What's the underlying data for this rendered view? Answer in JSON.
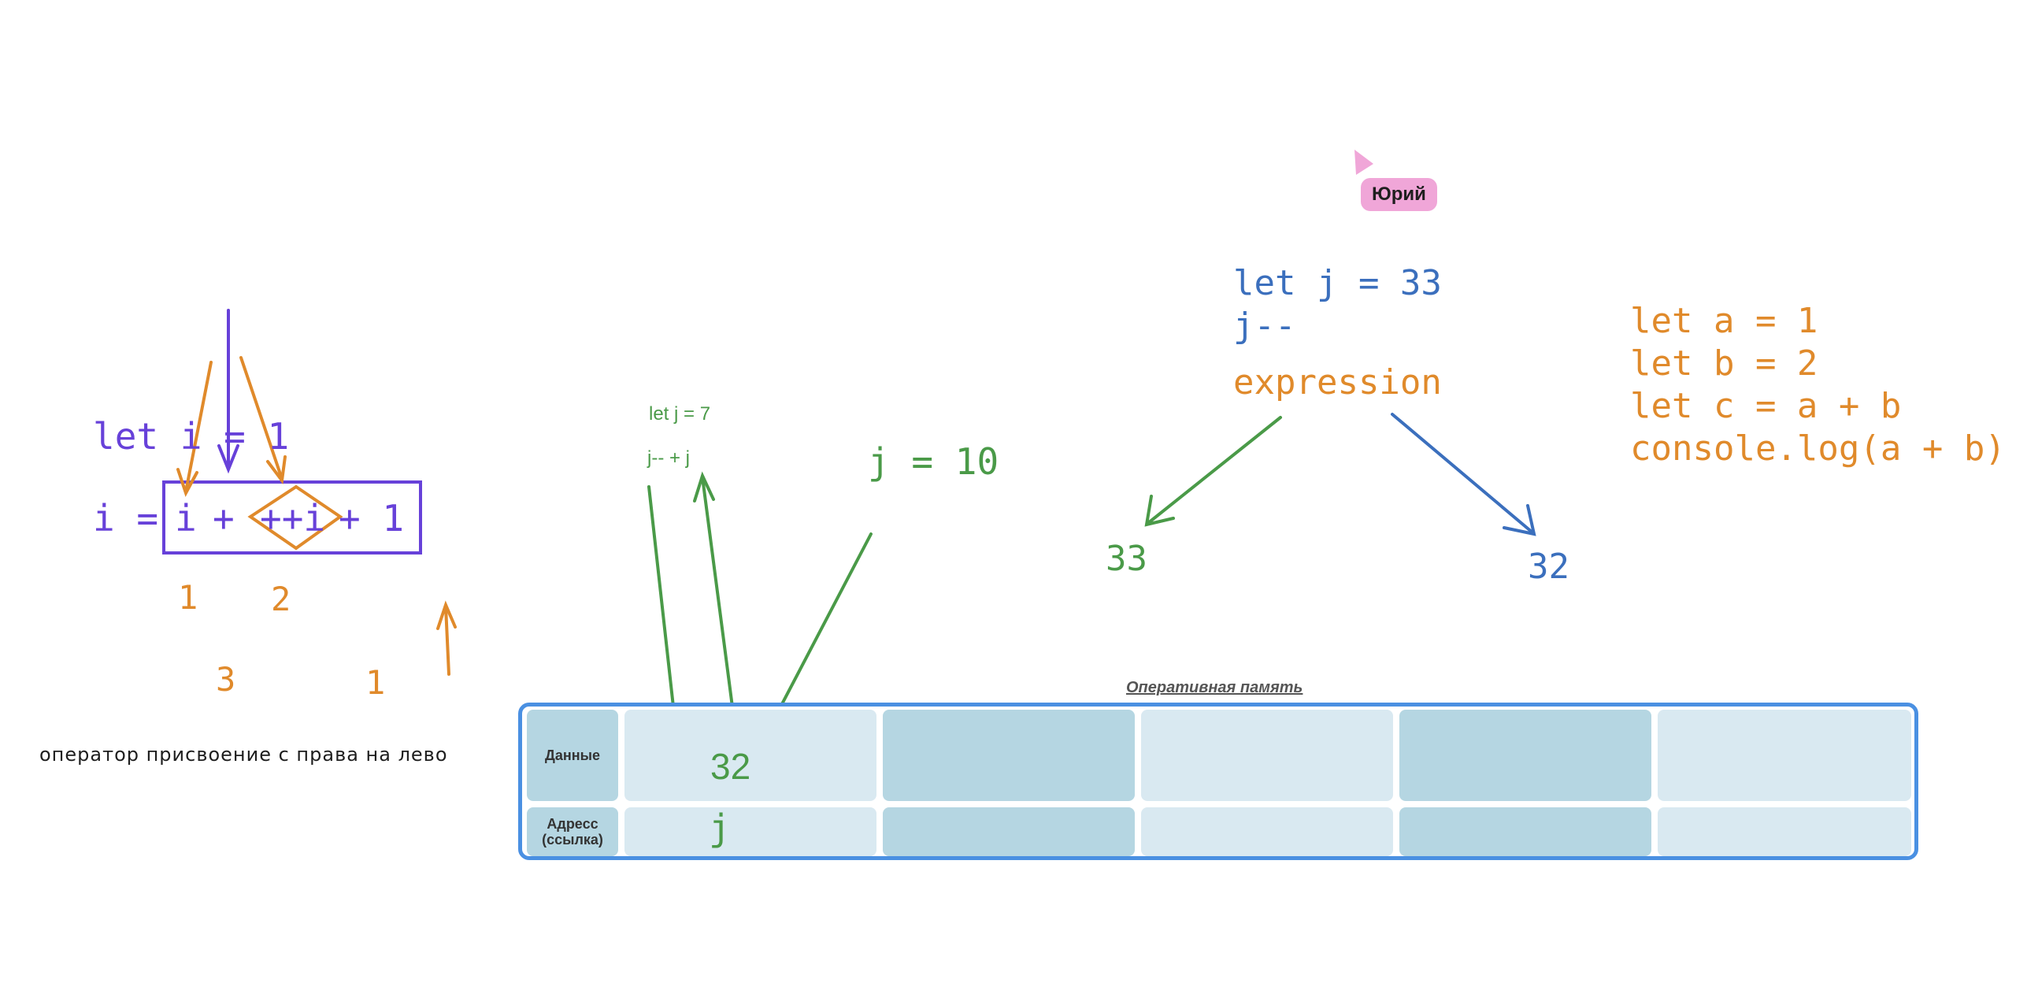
{
  "collaborator": {
    "name": "Юрий",
    "color": "#f0a6d8"
  },
  "left_block": {
    "decl": "let i = 1",
    "expr_lhs": "i =",
    "expr_i": "i",
    "expr_plus1": "+",
    "expr_preinc": "++i",
    "expr_plus2": "+ 1",
    "num_1": "1",
    "num_2": "2",
    "num_3": "3",
    "num_1b": "1",
    "note": "оператор присвоение с права на лево"
  },
  "middle_block": {
    "decl_small": "let j = 7",
    "expr_small": "j-- + j",
    "assign": "j = 10"
  },
  "top_right_block": {
    "line1": "let j = 33",
    "line2": "j--",
    "expression": "expression",
    "result_left": "33",
    "result_right": "32"
  },
  "code_block": {
    "lines": [
      "let a = 1",
      "let b = 2",
      "let c = a + b",
      "console.log(a + b)"
    ]
  },
  "memory": {
    "title": "Оперативная память",
    "row_data_label": "Данные",
    "row_addr_label": "Адресс\n(ссылка)",
    "cell_value": "32",
    "cell_address": "j"
  },
  "colors": {
    "purple": "#6741d9",
    "orange": "#e08a2b",
    "green": "#4a9a48",
    "blue": "#3b6fbd",
    "memory_border": "#4a90e2",
    "memory_dark": "#b5d6e2",
    "memory_light": "#d9e9f1"
  }
}
